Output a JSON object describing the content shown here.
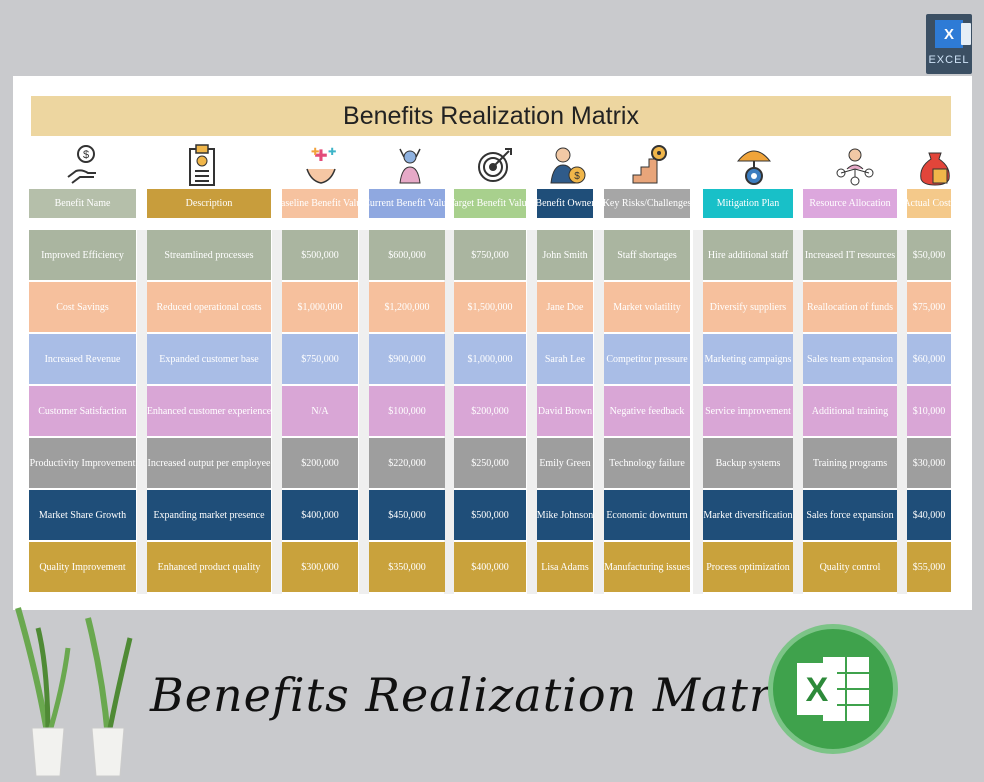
{
  "badge": {
    "label": "EXCEL",
    "letter": "X"
  },
  "title": "Benefits Realization Matrix",
  "headers": [
    {
      "label": "Benefit Name",
      "color": "#b5bfaa"
    },
    {
      "label": "Description",
      "color": "#c89d3c"
    },
    {
      "label": "Baseline Benefit Value",
      "color": "#f6c29f"
    },
    {
      "label": "Current Benefit Value",
      "color": "#8fa8e0"
    },
    {
      "label": "Target Benefit Value",
      "color": "#a8d08d"
    },
    {
      "label": "Benefit Owner",
      "color": "#1f4e79"
    },
    {
      "label": "Key Risks/Challenges",
      "color": "#a6a6a6"
    },
    {
      "label": "Mitigation Plan",
      "color": "#18c0c8"
    },
    {
      "label": "Resource Allocation",
      "color": "#dca7dd"
    },
    {
      "label": "Actual Costs",
      "color": "#f4c98a"
    }
  ],
  "rows": [
    {
      "color": "#aab5a0",
      "cells": [
        "Improved Efficiency",
        "Streamlined processes",
        "$500,000",
        "$600,000",
        "$750,000",
        "John Smith",
        "Staff shortages",
        "Hire additional staff",
        "Increased IT resources",
        "$50,000"
      ]
    },
    {
      "color": "#f6c09d",
      "cells": [
        "Cost Savings",
        "Reduced operational costs",
        "$1,000,000",
        "$1,200,000",
        "$1,500,000",
        "Jane Doe",
        "Market volatility",
        "Diversify suppliers",
        "Reallocation of funds",
        "$75,000"
      ]
    },
    {
      "color": "#a9bde6",
      "cells": [
        "Increased Revenue",
        "Expanded customer base",
        "$750,000",
        "$900,000",
        "$1,000,000",
        "Sarah Lee",
        "Competitor pressure",
        "Marketing campaigns",
        "Sales team expansion",
        "$60,000"
      ]
    },
    {
      "color": "#d9a6d6",
      "cells": [
        "Customer Satisfaction",
        "Enhanced customer experience",
        "N/A",
        "$100,000",
        "$200,000",
        "David Brown",
        "Negative feedback",
        "Service improvement",
        "Additional training",
        "$10,000"
      ]
    },
    {
      "color": "#9e9e9e",
      "cells": [
        "Productivity Improvement",
        "Increased output per employee",
        "$200,000",
        "$220,000",
        "$250,000",
        "Emily Green",
        "Technology failure",
        "Backup systems",
        "Training programs",
        "$30,000"
      ]
    },
    {
      "color": "#1f4e79",
      "cells": [
        "Market Share Growth",
        "Expanding market presence",
        "$400,000",
        "$450,000",
        "$500,000",
        "Mike Johnson",
        "Economic downturn",
        "Market diversification",
        "Sales force expansion",
        "$40,000"
      ]
    },
    {
      "color": "#c9a23c",
      "cells": [
        "Quality Improvement",
        "Enhanced product quality",
        "$300,000",
        "$350,000",
        "$400,000",
        "Lisa Adams",
        "Manufacturing issues",
        "Process optimization",
        "Quality control",
        "$55,000"
      ]
    }
  ],
  "icons": [
    "money-hand-icon",
    "clipboard-checklist-icon",
    "hands-sparkle-icon",
    "person-celebrate-icon",
    "target-arrow-icon",
    "person-money-icon",
    "stairs-gear-icon",
    "umbrella-gear-icon",
    "person-network-icon",
    "money-bag-icon"
  ],
  "footer_title": "Benefits Realization Matrix",
  "excel_logo_letter": "X"
}
